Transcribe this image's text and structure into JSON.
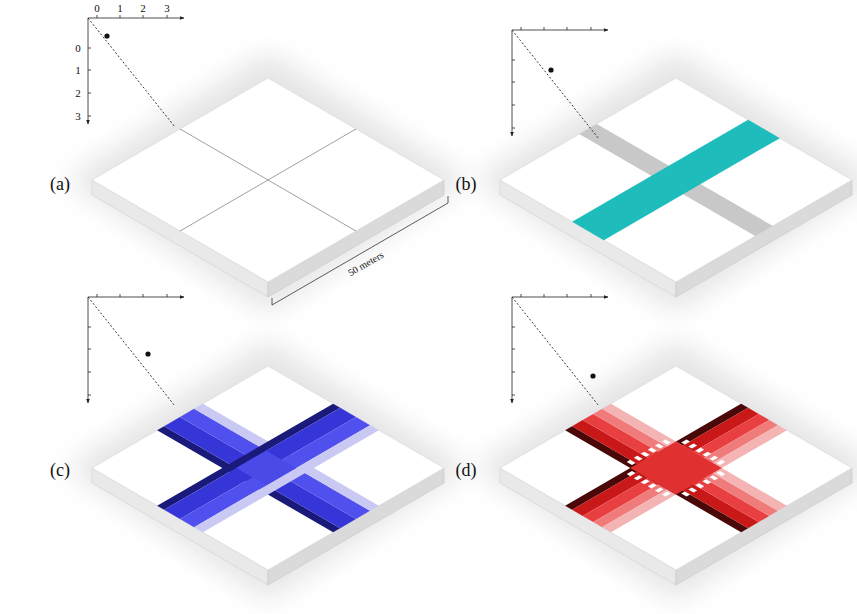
{
  "diagram": {
    "labels": [
      "(a)",
      "(b)",
      "(c)",
      "(d)",
      "0",
      "1",
      "2",
      "3",
      "0",
      "1",
      "2",
      "3",
      "50 meters"
    ]
  }
}
